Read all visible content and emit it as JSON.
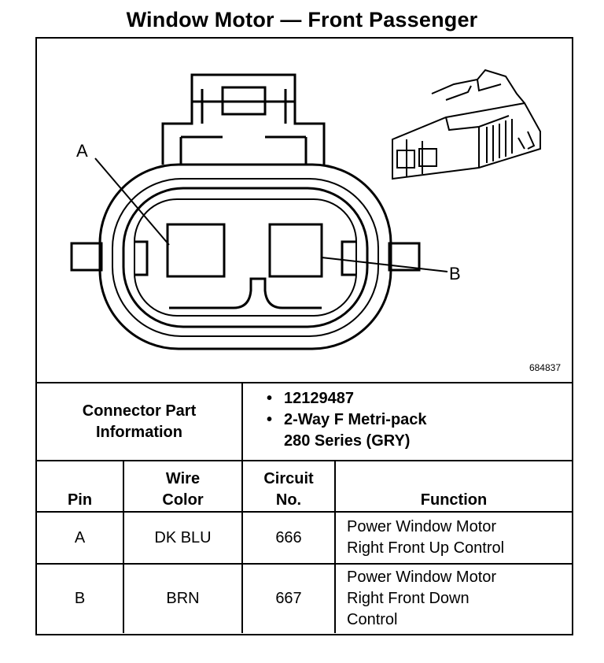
{
  "title": "Window Motor — Front Passenger",
  "diagram": {
    "callout_a": "A",
    "callout_b": "B",
    "reference_number": "684837"
  },
  "connector_info": {
    "label_line1": "Connector Part",
    "label_line2": "Information",
    "part_number": "12129487",
    "description_line1": "2-Way F Metri-pack",
    "description_line2": "280 Series (GRY)"
  },
  "table": {
    "headers": {
      "pin": "Pin",
      "wire_color_line1": "Wire",
      "wire_color_line2": "Color",
      "circuit_line1": "Circuit",
      "circuit_line2": "No.",
      "function": "Function"
    },
    "rows": [
      {
        "pin": "A",
        "wire_color": "DK BLU",
        "circuit": "666",
        "function_lines": [
          "Power Window Motor",
          "Right Front Up Control"
        ]
      },
      {
        "pin": "B",
        "wire_color": "BRN",
        "circuit": "667",
        "function_lines": [
          "Power Window Motor",
          "Right Front Down",
          "Control"
        ]
      }
    ]
  }
}
